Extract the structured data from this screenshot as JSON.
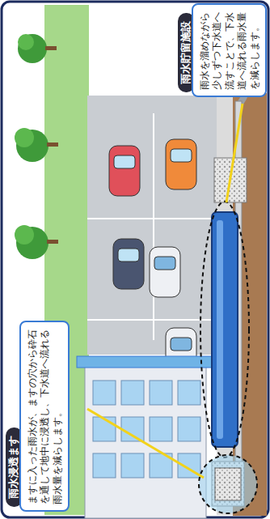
{
  "diagram": {
    "nodes": [
      {
        "text": [
          "雨水貯留施設",
          "雨水を溜めながら少しずつ下水道へ流すことで、下水道へ流れる雨水量を減らします。"
        ]
      },
      {
        "text": [
          "雨水浸透ます",
          "ますに入った雨水が、ますの穴から砕石を通して地中に浸透し、下水道へ流れる雨水量を減らします。"
        ]
      }
    ]
  }
}
